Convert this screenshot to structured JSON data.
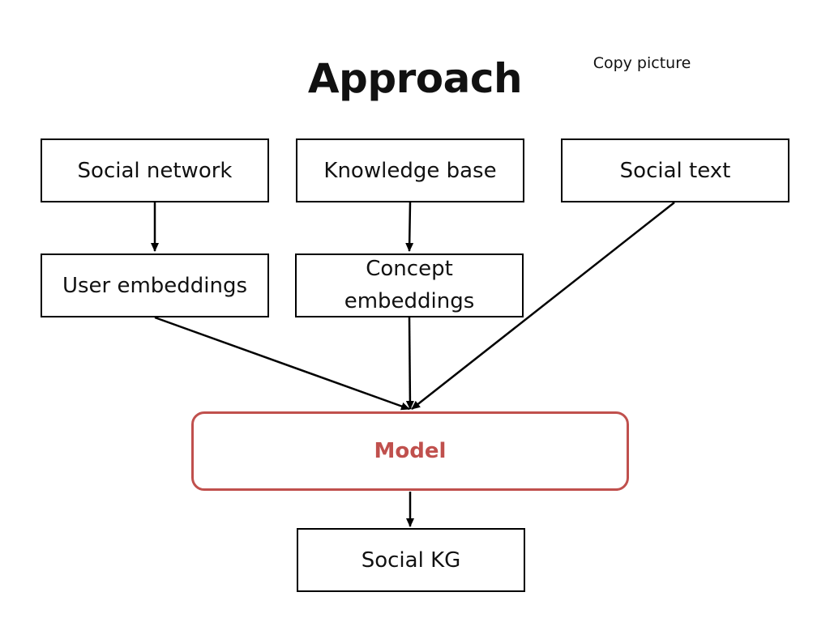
{
  "slide": {
    "title": "Approach",
    "copy_note": "Copy picture"
  },
  "nodes": {
    "social_network": "Social network",
    "knowledge_base": "Knowledge base",
    "social_text": "Social text",
    "user_embeddings": "User embeddings",
    "concept_embeddings": "Concept\nembeddings",
    "model": "Model",
    "social_kg": "Social KG"
  },
  "colors": {
    "model_accent": "#c0504d",
    "box_border": "#000000"
  }
}
